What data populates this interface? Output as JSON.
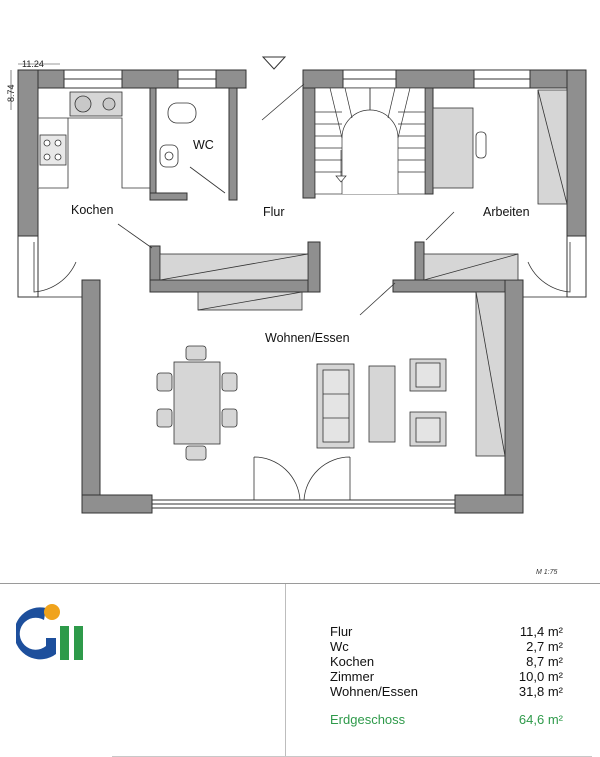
{
  "rooms": {
    "kochen": "Kochen",
    "wc": "WC",
    "flur": "Flur",
    "arbeiten": "Arbeiten",
    "wohnen": "Wohnen/Essen"
  },
  "dimensions": {
    "width": "11.24",
    "depth": "8.74"
  },
  "scale": "M 1:75",
  "areas": [
    {
      "name": "Flur",
      "value": "11,4 m²"
    },
    {
      "name": "Wc",
      "value": "2,7 m²"
    },
    {
      "name": "Kochen",
      "value": "8,7 m²"
    },
    {
      "name": "Zimmer",
      "value": "10,0 m²"
    },
    {
      "name": "Wohnen/Essen",
      "value": "31,8 m²"
    }
  ],
  "total": {
    "name": "Erdgeschoss",
    "value": "64,6 m²"
  },
  "colors": {
    "wall": "#8f8f8f",
    "furniture": "#d6d6d6",
    "logo_blue": "#1d4f9c",
    "logo_green": "#2e9a4a",
    "logo_orange": "#f0a31c",
    "total_text": "#2e9a4a"
  }
}
